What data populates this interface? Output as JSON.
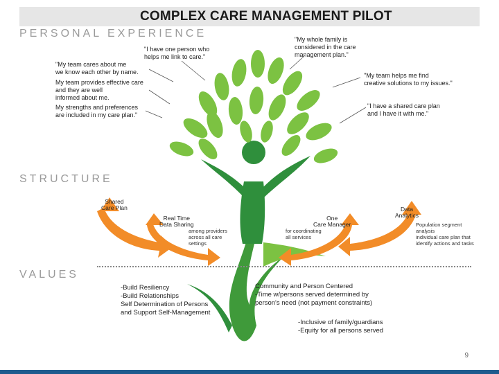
{
  "title": "COMPLEX CARE MANAGEMENT PILOT",
  "sections": {
    "personal": "PERSONAL EXPERIENCE",
    "structure": "STRUCTURE",
    "values": "VALUES"
  },
  "quotes": {
    "q1": [
      "\"I have one person who",
      "helps me link to care.\""
    ],
    "q2": [
      "\"My whole family is",
      "considered in the care",
      "management plan.\""
    ],
    "q3": [
      "\"My team cares about me",
      "we know each other by name."
    ],
    "q4": [
      "My team provides effective care",
      "and they are well",
      "informed about me."
    ],
    "q5": [
      "My strengths and preferences",
      "are included in my care plan.\""
    ],
    "q6": [
      "\"My team helps me find",
      "creative solutions to my issues.\""
    ],
    "q7": [
      "\"I have a shared care plan",
      "and I have it with me.\""
    ]
  },
  "structure": {
    "a1": [
      "Shared",
      "Care Plan"
    ],
    "a2": [
      "Real Time",
      "Data Sharing"
    ],
    "a2_note": [
      "among providers",
      "across all care",
      "settings"
    ],
    "a3": [
      "One",
      "Care Manager"
    ],
    "a3_note": [
      "for coordinating",
      "all services"
    ],
    "a4": [
      "Data",
      "Analytics"
    ],
    "a4_note": [
      "Population segment",
      "analysis",
      "individual care plan that",
      "identify actions and tasks"
    ]
  },
  "values": {
    "left": [
      "-Build Resiliency",
      "-Build Relationships",
      "Self Determination of Persons",
      "and Support Self-Management"
    ],
    "right_top": [
      "Community and Person Centered",
      "-Time w/persons served determined by",
      "person's need (not payment constraints)"
    ],
    "right_bottom": [
      "-Inclusive of family/guardians",
      "-Equity for all persons served"
    ]
  },
  "page_number": "9",
  "colors": {
    "leaf": "#7cc242",
    "trunk": "#2f8f3c",
    "arrow": "#f28c28",
    "footer": "#1e5b8e"
  }
}
